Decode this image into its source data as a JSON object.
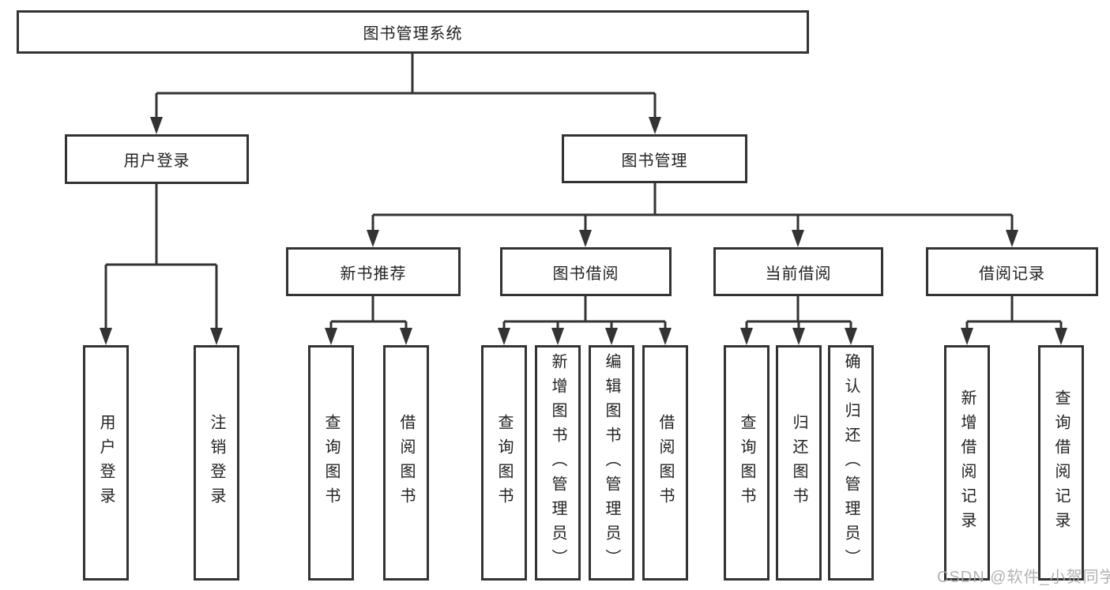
{
  "diagram": {
    "root": "图书管理系统",
    "level2": {
      "user_login": "用户登录",
      "book_mgmt": "图书管理"
    },
    "level3": {
      "new_books": "新书推荐",
      "book_borrow": "图书借阅",
      "current_borrow": "当前借阅",
      "borrow_records": "借阅记录"
    },
    "leaves": {
      "user_login": [
        "用户登录",
        "注销登录"
      ],
      "new_books": [
        "查询图书",
        "借阅图书"
      ],
      "book_borrow": [
        "查询图书",
        "新增图书（管理员）",
        "编辑图书（管理员）",
        "借阅图书"
      ],
      "current_borrow": [
        "查询图书",
        "归还图书",
        "确认归还（管理员）"
      ],
      "borrow_records": [
        "新增借阅记录",
        "查询借阅记录"
      ]
    }
  },
  "watermark": "CSDN @软件_小贺同学",
  "colors": {
    "line": "#333333",
    "box_border": "#333333",
    "box_fill": "#ffffff",
    "text": "#222222",
    "watermark": "#aaaaaa",
    "bg": "#ffffff"
  }
}
